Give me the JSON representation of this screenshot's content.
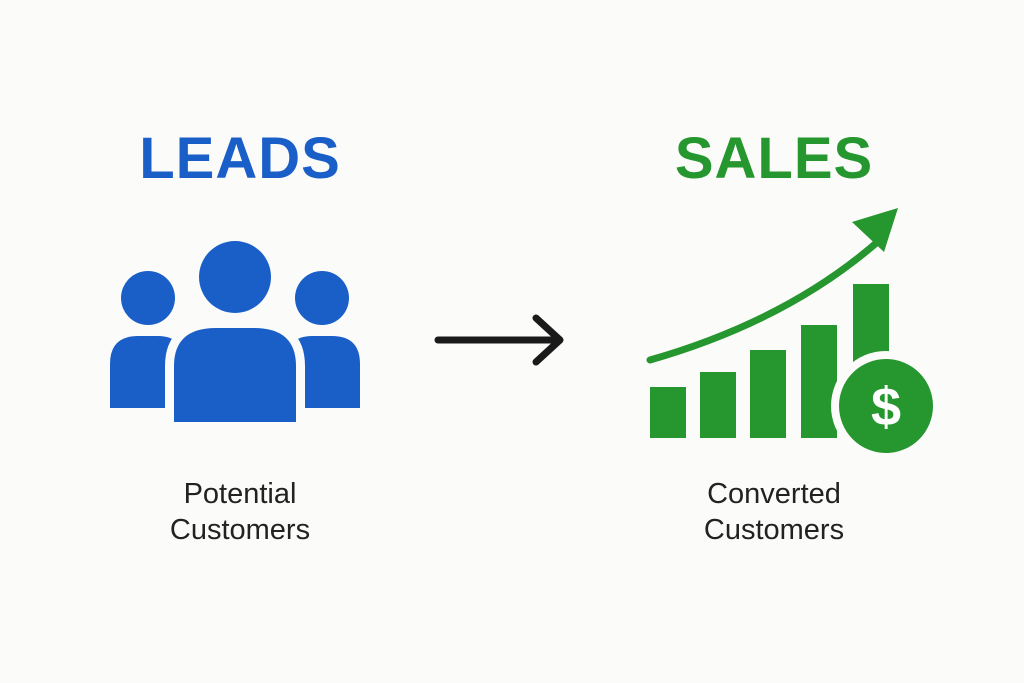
{
  "leads": {
    "title": "LEADS",
    "caption_line1": "Potential",
    "caption_line2": "Customers",
    "color": "#1a5fc8",
    "icon": "people-group-icon"
  },
  "flow": {
    "icon": "arrow-right-icon",
    "color": "#1a1a1a"
  },
  "sales": {
    "title": "SALES",
    "caption_line1": "Converted",
    "caption_line2": "Customers",
    "color": "#26962f",
    "icon": "growth-chart-icon",
    "badge_symbol": "$",
    "badge_icon": "dollar-coin-icon"
  }
}
